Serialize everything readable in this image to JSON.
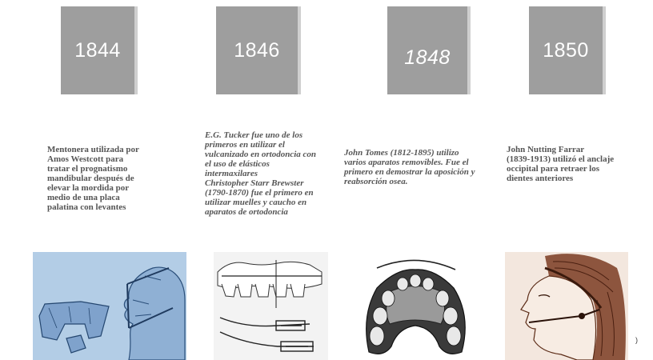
{
  "years": [
    "1844",
    "1846",
    "1848",
    "1850"
  ],
  "descriptions": [
    {
      "lines": [
        "Mentonera utilizada por",
        "Amos Westcott para",
        "tratar el prognatismo",
        "mandibular después de",
        "elevar la mordida por",
        "medio de una placa",
        "palatina con levantes"
      ]
    },
    {
      "lines": [
        "E.G. Tucker fue uno de los",
        "primeros en utilizar el",
        "vulcanizado en ortodoncia con",
        "el uso de elásticos",
        "intermaxilares",
        "Christopher Starr Brewster",
        "(1790-1870) fue el primero en",
        "utilizar muelles y caucho en",
        "aparatos de ortodoncia"
      ]
    },
    {
      "lines": [
        "John Tomes (1812-1895) utilizo",
        "varios aparatos removibles. Fue el",
        "primero en demostrar la aposición y",
        "reabsorción osea."
      ]
    },
    {
      "lines": [
        "John Nutting Farrar",
        "(1839-1913) utilizó el anclaje",
        "occipital para retraer los",
        "dientes anteriores"
      ]
    }
  ],
  "stray_mark": ")",
  "colors": {
    "year_box": "#9e9e9e",
    "text": "#555555",
    "blue_print": "#b9d3ea"
  }
}
